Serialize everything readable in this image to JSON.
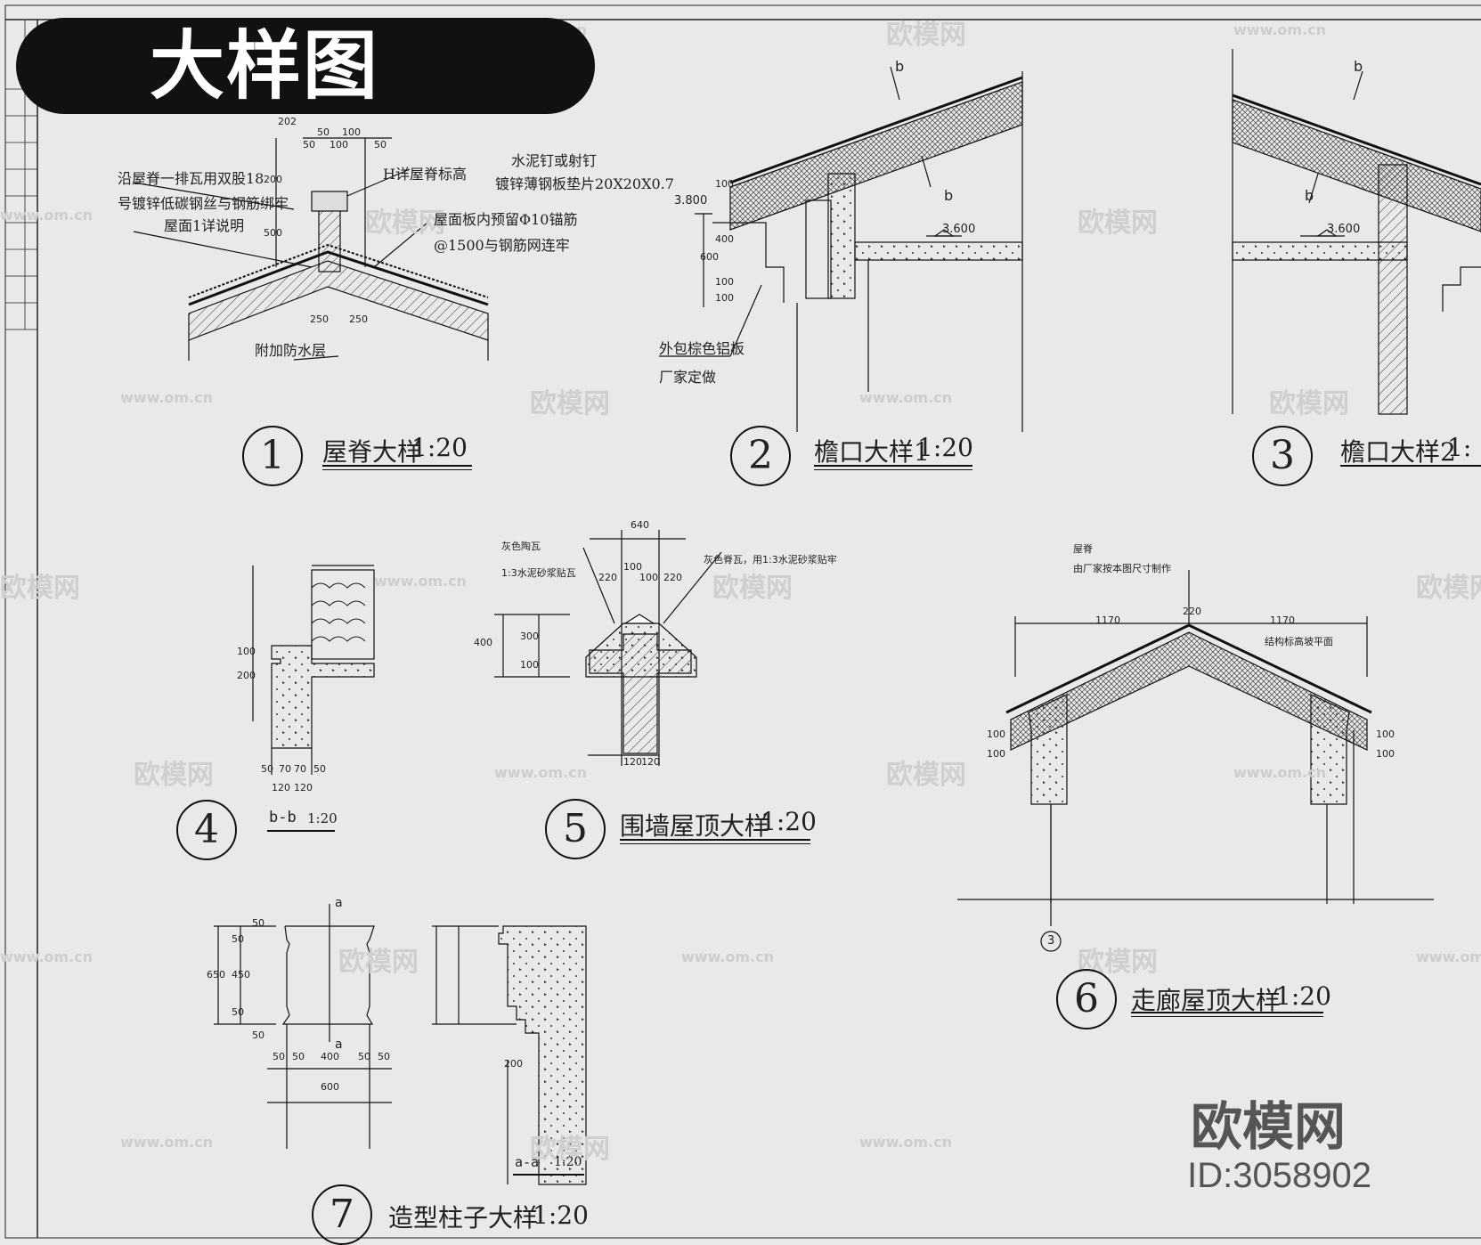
{
  "banner": {
    "title": "大样图"
  },
  "details": [
    {
      "num": "1",
      "title": "屋脊大样",
      "scale": "1:20"
    },
    {
      "num": "2",
      "title": "檐口大样1",
      "scale": "1:20"
    },
    {
      "num": "3",
      "title": "檐口大样2",
      "scale": "1:"
    },
    {
      "num": "4",
      "title": "b-b",
      "scale": "1:20"
    },
    {
      "num": "5",
      "title": "围墙屋顶大样",
      "scale": "1:20"
    },
    {
      "num": "6",
      "title": "走廊屋顶大样",
      "scale": "1:20"
    },
    {
      "num": "7",
      "title": "造型柱子大样",
      "scale": "1:20"
    },
    {
      "num": "",
      "title": "a-a",
      "scale": "1:20"
    }
  ],
  "notes": {
    "d1": [
      "沿屋脊一排瓦用双股18",
      "号镀锌低碳钢丝与钢筋绑牢",
      "屋面1详说明",
      "H详屋脊标高",
      "水泥钉或射钉",
      "镀锌薄钢板垫片20X20X0.7",
      "屋面板内预留Φ10锚筋",
      "@1500与钢筋网连牢",
      "附加防水层"
    ],
    "d2": [
      "3.800",
      "3.600",
      "外包棕色铝板",
      "厂家定做"
    ],
    "d3": [
      "3.600"
    ],
    "d5": [
      "灰色陶瓦",
      "1:3水泥砂浆贴瓦",
      "灰色脊瓦，用1:3水泥砂浆贴牢"
    ],
    "d6": [
      "屋脊",
      "由厂家按本图尺寸制作",
      "结构标高坡平面",
      "1170",
      "220",
      "1170"
    ]
  },
  "dims": {
    "d1": [
      "50",
      "100",
      "50",
      "100",
      "50",
      "200",
      "500",
      "202",
      "250",
      "250"
    ],
    "d2": [
      "100",
      "400",
      "600",
      "100",
      "100"
    ],
    "d4": [
      "100",
      "200",
      "50",
      "70",
      "70",
      "50",
      "120",
      "120"
    ],
    "d5": [
      "640",
      "100",
      "220",
      "100",
      "220",
      "400",
      "300",
      "100",
      "120",
      "120"
    ],
    "d7": [
      "50",
      "50",
      "450",
      "50",
      "50",
      "650",
      "50",
      "50",
      "400",
      "50",
      "50",
      "600",
      "200"
    ],
    "d6": [
      "100",
      "100",
      "100",
      "100"
    ]
  },
  "sections": {
    "b": "b",
    "a": "a",
    "ref3": "3"
  },
  "watermark": {
    "brand": "欧模网",
    "url": "www.om.cn"
  },
  "logo": {
    "brand": "欧模网",
    "id": "ID:3058902"
  }
}
